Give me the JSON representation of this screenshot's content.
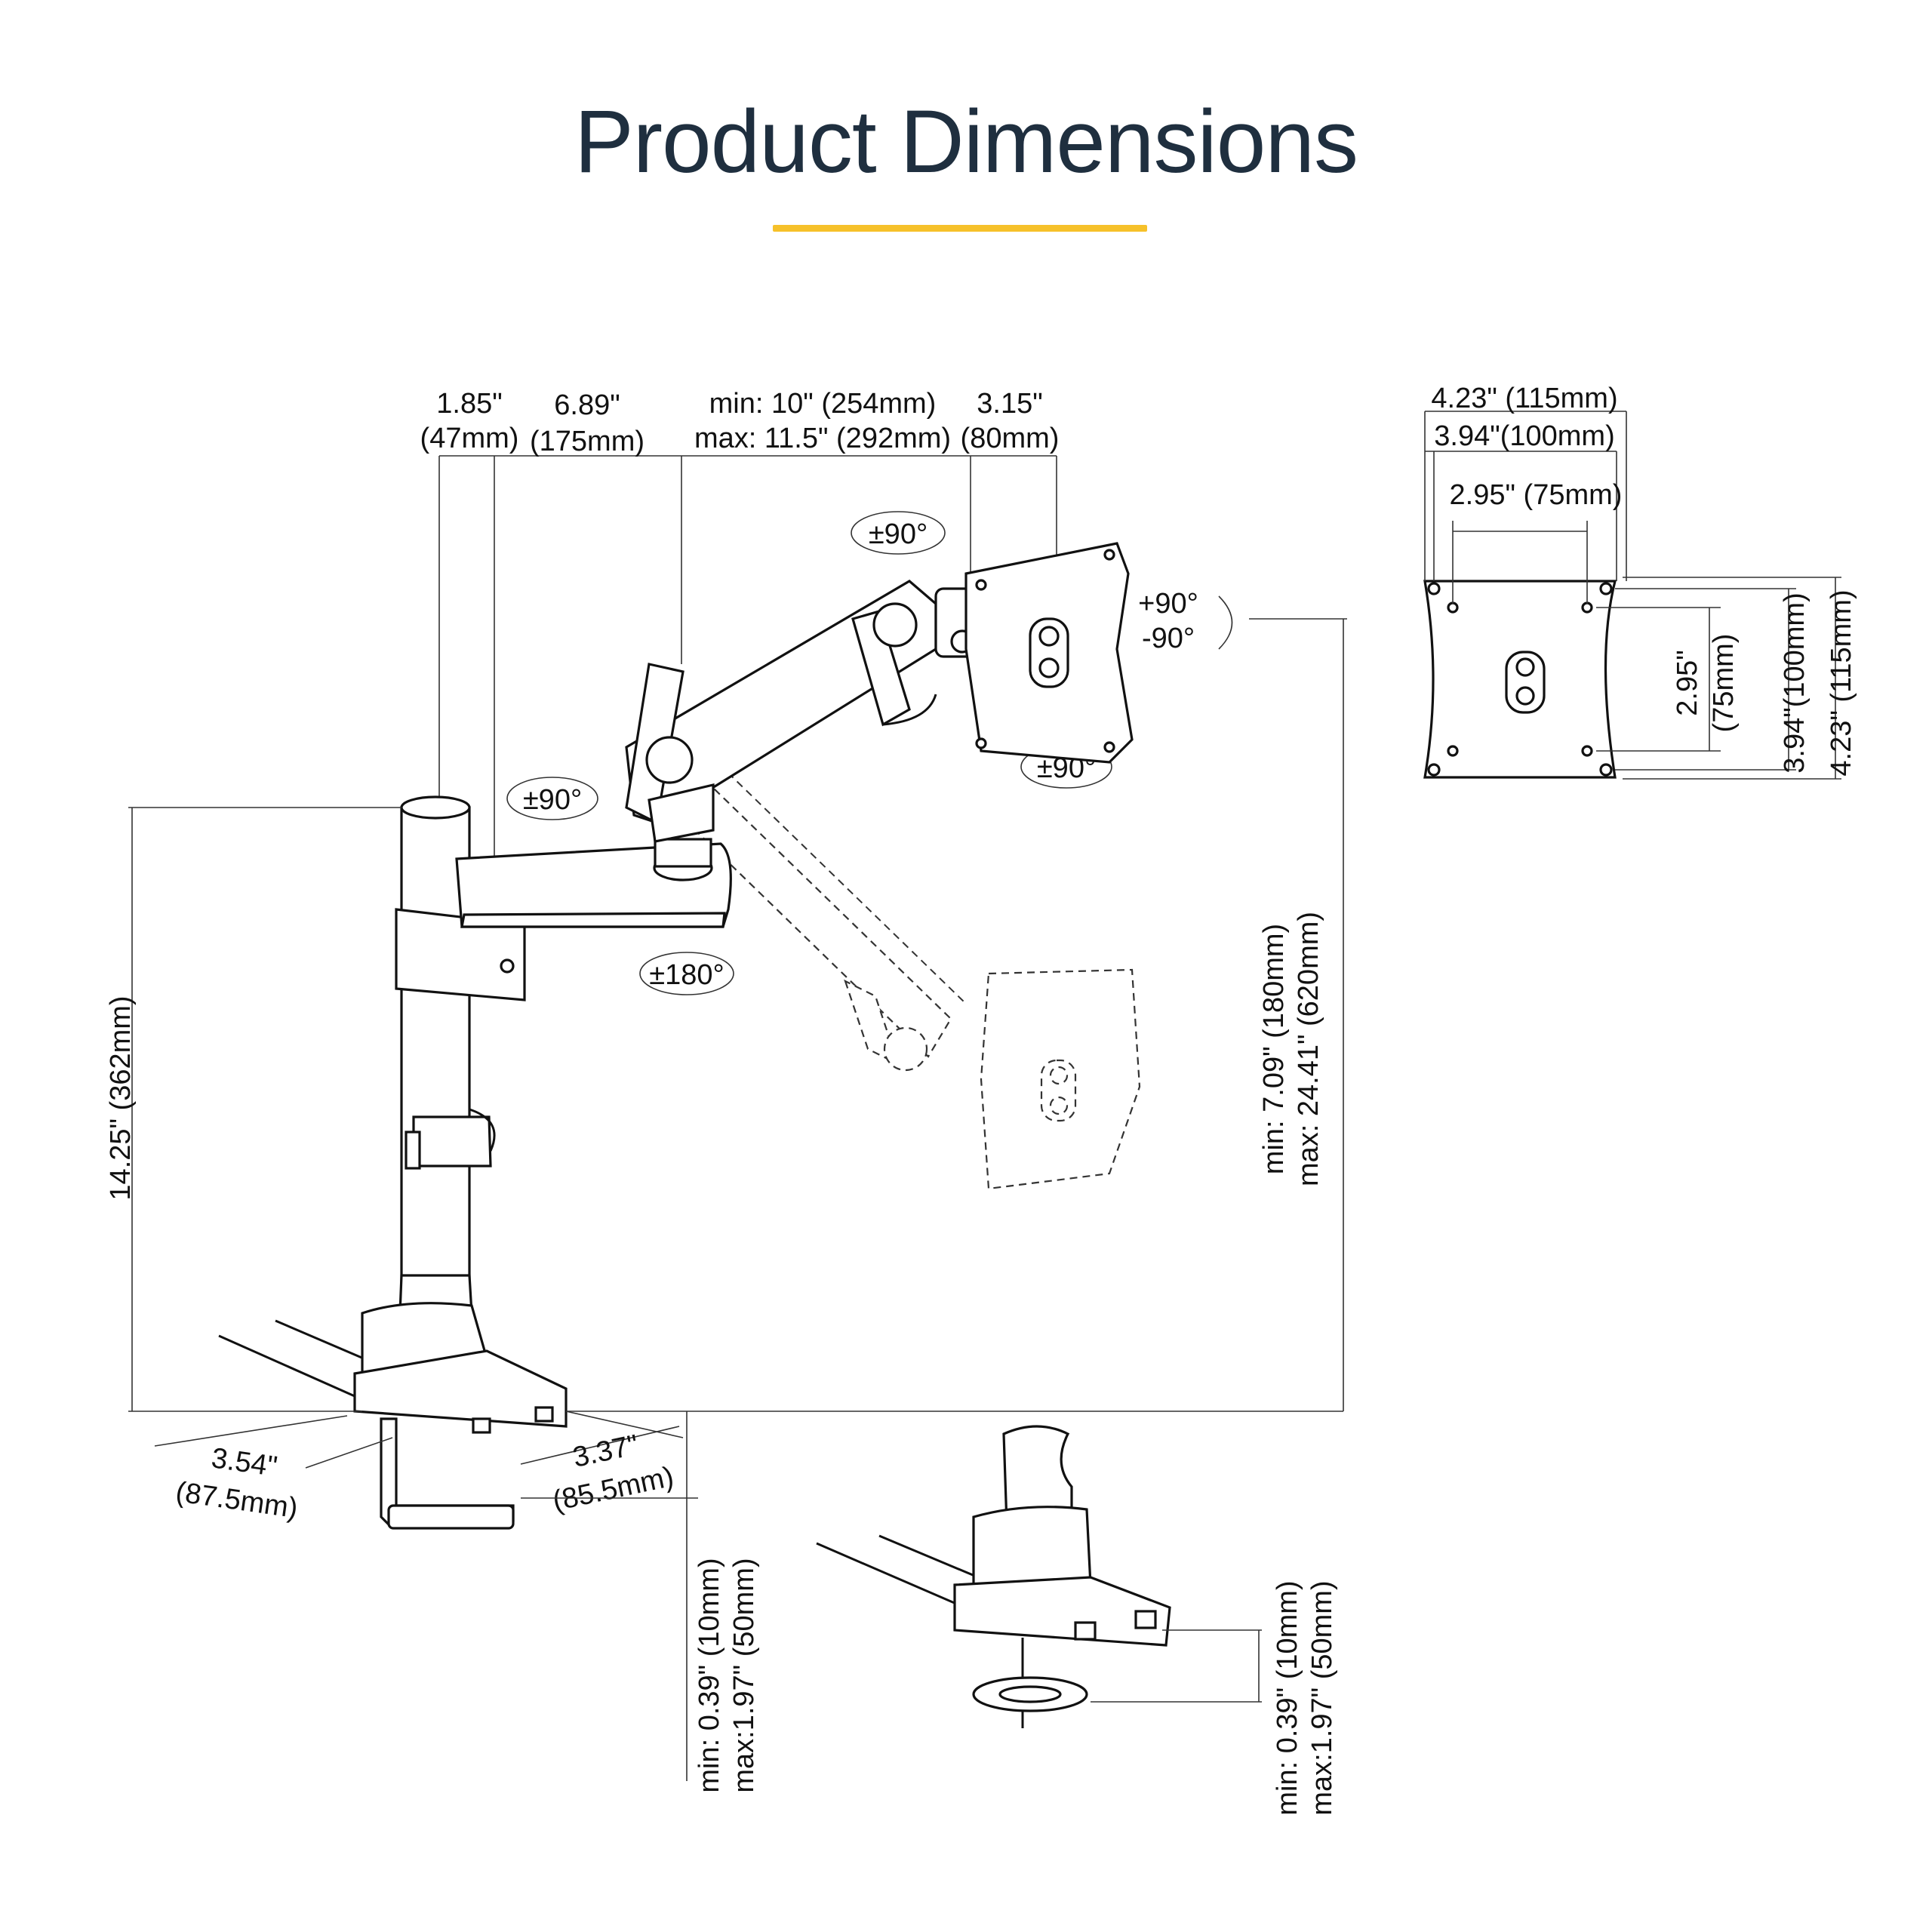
{
  "page": {
    "title": "Product Dimensions",
    "accent_color": "#f6c12a",
    "title_color": "#1f2f3f"
  },
  "arm_widths": {
    "pole_width": [
      "1.85\"",
      "(47mm)"
    ],
    "arm_1": [
      "6.89\"",
      "(175mm)"
    ],
    "arm_2": [
      "min: 10\" (254mm)",
      "max: 11.5\" (292mm)"
    ],
    "head": [
      "3.15\"",
      "(80mm)"
    ]
  },
  "rotations": {
    "arm_top": "±90°",
    "tilt_up": "+90°",
    "tilt_down": "-90°",
    "plate_rotate": "±90°",
    "pole_joint": "±90°",
    "arm_base": "±180°"
  },
  "height": {
    "pole": "14.25\" (362mm)",
    "vertical_min": "min: 7.09\" (180mm)",
    "vertical_max": "max: 24.41\" (620mm)"
  },
  "base": {
    "width": [
      "3.54\"",
      "(87.5mm)"
    ],
    "depth": [
      "3.37\"",
      "(85.5mm)"
    ],
    "clamp_min": "min: 0.39\" (10mm)",
    "clamp_max": "max:1.97\" (50mm)"
  },
  "grommet": {
    "clamp_min": "min: 0.39\" (10mm)",
    "clamp_max": "max:1.97\" (50mm)"
  },
  "vesa": {
    "outer": "4.23\" (115mm)",
    "mid": "3.94\"(100mm)",
    "inner": "2.95\" (75mm)",
    "v_inner": [
      "2.95\"",
      "(75mm)"
    ],
    "v_mid": "3.94\"(100mm)",
    "v_outer": "4.23\" (115mm)"
  }
}
